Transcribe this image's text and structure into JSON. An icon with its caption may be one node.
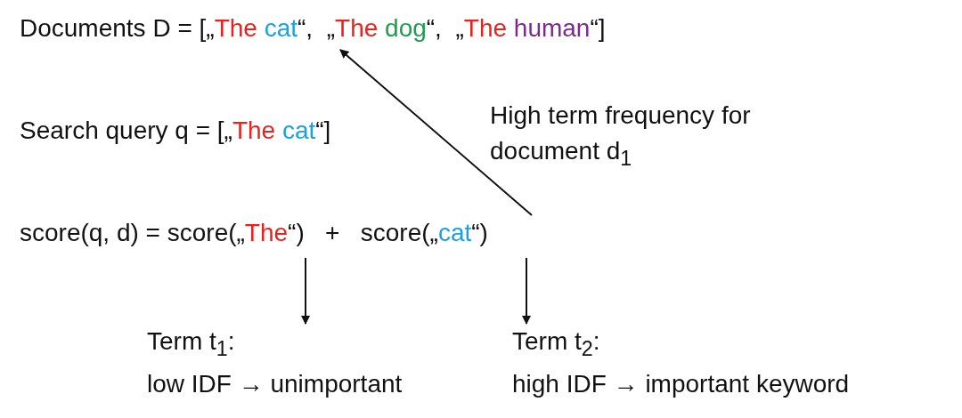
{
  "diagram": {
    "nodes": [
      {
        "text": [
          "Documents D = [„The cat“,  „The dog“,  „The human“]"
        ]
      },
      {
        "text": [
          "Search query q = [„The cat“]"
        ]
      },
      {
        "text": [
          "score(q, d) = score(„The“)   +   score(„cat“)"
        ]
      },
      {
        "text": [
          "Term t$_{1}$:",
          "low IDF → unimportant"
        ]
      },
      {
        "text": [
          "Term t$_{2}$:",
          "high IDF → important keyword"
        ]
      }
    ],
    "edges": [
      {
        "from": 2,
        "to": 0,
        "arrow": "to",
        "label": "High term frequency for document d$_{1}$"
      },
      {
        "from": 2,
        "to": 3,
        "arrow": "to"
      },
      {
        "from": 2,
        "to": 4,
        "arrow": "to"
      }
    ]
  }
}
